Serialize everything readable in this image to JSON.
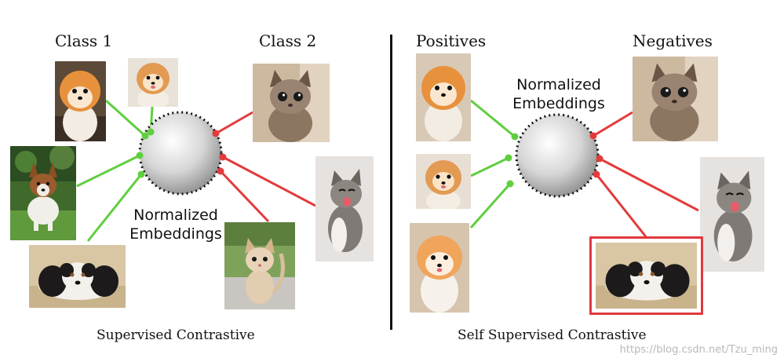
{
  "left_panel": {
    "class1_label": "Class 1",
    "class2_label": "Class 2",
    "embedding_line1": "Normalized",
    "embedding_line2": "Embeddings",
    "caption": "Supervised Contrastive"
  },
  "right_panel": {
    "positives_label": "Positives",
    "negatives_label": "Negatives",
    "embedding_line1": "Normalized",
    "embedding_line2": "Embeddings",
    "caption": "Self Supervised Contrastive"
  },
  "colors": {
    "positive_line": "#5fcf3f",
    "negative_line": "#e23b3b",
    "highlight_border": "#e0393e",
    "divider": "#111111"
  },
  "icons": [
    "pomeranian-dog-image",
    "pomeranian-puppy-image",
    "corgi-dog-image",
    "spaniel-dog-image",
    "tabby-kitten-image",
    "meowing-kitten-image",
    "orange-kitten-image"
  ],
  "watermark": "https://blog.csdn.net/Tzu_ming"
}
